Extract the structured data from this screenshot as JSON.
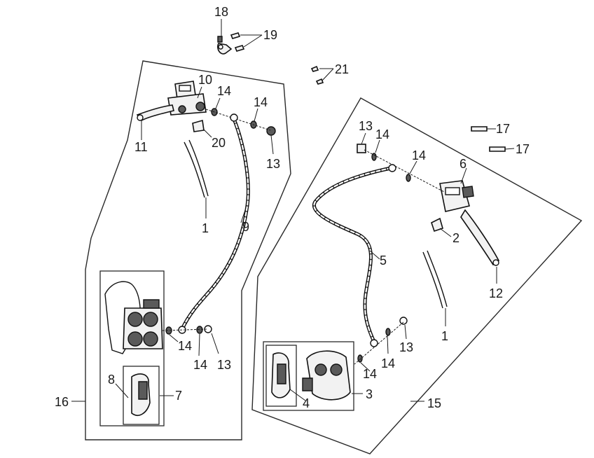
{
  "diagram": {
    "callouts": {
      "c1_left": "1",
      "c1_right": "1",
      "c2": "2",
      "c3": "3",
      "c4": "4",
      "c5": "5",
      "c6": "6",
      "c7": "7",
      "c8": "8",
      "c9": "9",
      "c10": "10",
      "c11": "11",
      "c12": "12",
      "c13_a": "13",
      "c13_b": "13",
      "c13_c": "13",
      "c13_d": "13",
      "c14_a": "14",
      "c14_b": "14",
      "c14_c": "14",
      "c14_d": "14",
      "c14_e": "14",
      "c14_f": "14",
      "c14_g": "14",
      "c14_h": "14",
      "c15": "15",
      "c16": "16",
      "c17_a": "17",
      "c17_b": "17",
      "c18": "18",
      "c19": "19",
      "c20": "20",
      "c21": "21"
    },
    "colors": {
      "line": "#2a2a2a",
      "ink": "#111111",
      "background": "#ffffff"
    }
  }
}
